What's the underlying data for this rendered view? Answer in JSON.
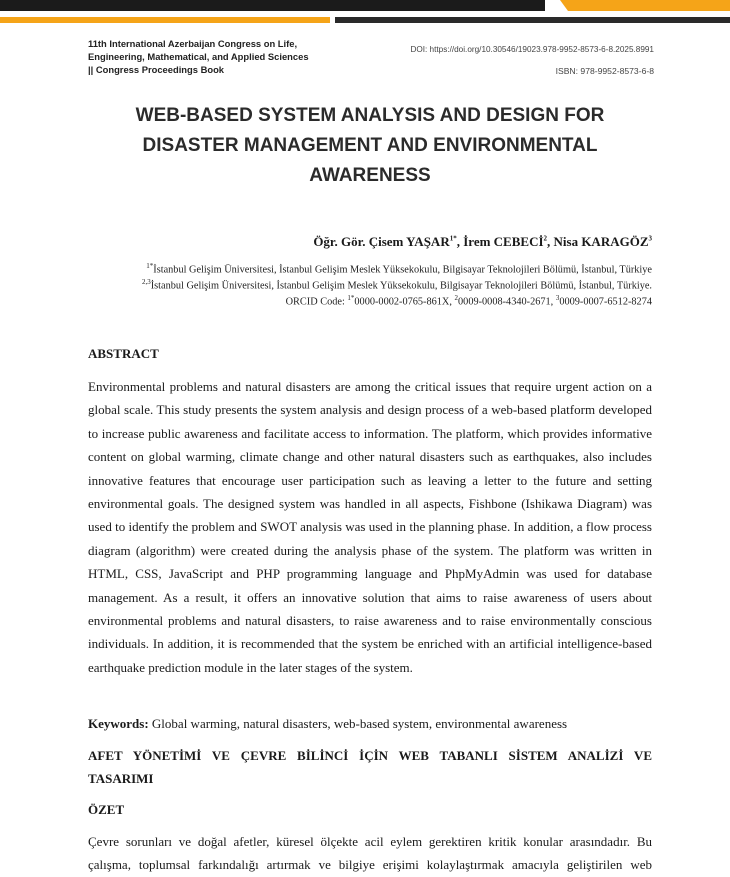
{
  "header": {
    "congress_lines": [
      "11th International Azerbaijan Congress on Life,",
      "Engineering, Mathematical, and Applied Sciences",
      "|| Congress Proceedings Book"
    ],
    "doi": "DOI: https://doi.org/10.30546/19023.978-9952-8573-6-8.2025.8991",
    "isbn": "ISBN: 978-9952-8573-6-8"
  },
  "title_lines": [
    "WEB-BASED SYSTEM ANALYSIS AND DESIGN FOR",
    "DISASTER MANAGEMENT AND ENVIRONMENTAL",
    "AWARENESS"
  ],
  "authors": {
    "a1": "Öğr. Gör. Çisem YAŞAR",
    "a1_sup": "1*",
    "a2": "İrem CEBECİ",
    "a2_sup": "2",
    "a3": "Nisa KARAGÖZ",
    "a3_sup": "3"
  },
  "affiliations": {
    "aff1_sup": "1*",
    "aff1": "İstanbul Gelişim Üniversitesi, İstanbul Gelişim Meslek Yüksekokulu, Bilgisayar Teknolojileri Bölümü, İstanbul, Türkiye",
    "aff2_sup": "2,3",
    "aff2": "İstanbul Gelişim Üniversitesi, İstanbul Gelişim Meslek Yüksekokulu, Bilgisayar Teknolojileri Bölümü, İstanbul, Türkiye.",
    "orcid_label": "ORCID Code: ",
    "orcid1_sup": "1*",
    "orcid1": "0000-0002-0765-861X, ",
    "orcid2_sup": "2",
    "orcid2": "0009-0008-4340-2671, ",
    "orcid3_sup": "3",
    "orcid3": "0009-0007-6512-8274"
  },
  "abstract": {
    "heading": "ABSTRACT",
    "body": "Environmental problems and natural disasters are among the critical issues that require urgent action on a global scale. This study presents the system analysis and design process of a web-based platform developed to increase public awareness and facilitate access to information. The platform, which provides informative content on global warming, climate change and other natural disasters such as earthquakes, also includes innovative features that encourage user participation such as leaving a letter to the future and setting environmental goals. The designed system was handled in all aspects, Fishbone (Ishikawa Diagram) was used to identify the problem and SWOT analysis was used in the planning phase. In addition, a flow process diagram (algorithm) were created during the analysis phase of the system. The platform was written in HTML, CSS, JavaScript and PHP programming language and PhpMyAdmin was used for database management. As a result, it offers an innovative solution that aims to raise awareness of users about environmental problems and natural disasters, to raise awareness and to raise environmentally conscious individuals. In addition, it is recommended that the system be enriched with an artificial intelligence-based earthquake prediction module in the later stages of the system."
  },
  "keywords": {
    "label": "Keywords:",
    "text": " Global warming, natural disasters, web-based system, environmental awareness"
  },
  "turkish": {
    "title": "AFET YÖNETİMİ VE ÇEVRE BİLİNCİ İÇİN WEB TABANLI SİSTEM ANALİZİ VE TASARIMI",
    "ozet_heading": "ÖZET",
    "ozet_body": "Çevre sorunları ve doğal afetler, küresel ölçekte acil eylem gerektiren kritik konular arasındadır. Bu çalışma, toplumsal farkındalığı artırmak ve bilgiye erişimi kolaylaştırmak amacıyla geliştirilen web"
  }
}
